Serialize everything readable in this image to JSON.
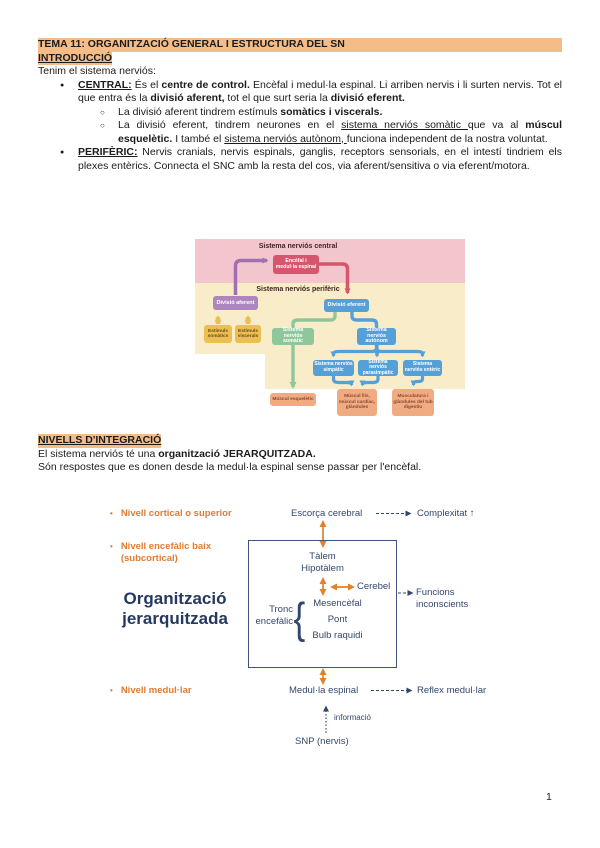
{
  "page": {
    "title": "TEMA 11: ORGANITZACIÓ GENERAL I ESTRUCTURA DEL SN",
    "page_number": "1"
  },
  "intro": {
    "heading": "INTRODUCCIÓ",
    "lead": "Tenim el sistema nerviós:",
    "central": {
      "s0": "CENTRAL:",
      "s1": " És el ",
      "s2": "centre de control.",
      "s3": " Encèfal i medul·la espinal. Li arriben nervis i li surten nervis. Tot el que entra és la ",
      "s4": "divisió aferent,",
      "s5": " tot el que surt seria la ",
      "s6": "divisió eferent."
    },
    "sub1": {
      "s0": "La divisió aferent tindrem estímuls ",
      "s1": "somàtics i viscerals."
    },
    "sub2": {
      "s0": "La divisió eferent, tindrem neurones en el ",
      "s1": "sistema nerviós somàtic ",
      "s2": "que va al ",
      "s3": "múscul esquelètic.",
      "s4": " I també el ",
      "s5": "sistema nerviós autònom, ",
      "s6": "funciona independent de la nostra voluntat."
    },
    "periferic": {
      "s0": "PERIFÈRIC:",
      "s1": " Nervis cranials, nervis espinals, ganglis, receptors sensorials, en el intestí tindriem els plexes entèrics. Connecta el SNC amb la resta del cos, via aferent/sensitiva o via eferent/motora."
    }
  },
  "diagram1": {
    "snc_title": "Sistema nerviós central",
    "snc_box": "Encèfal i medul·la espinal",
    "snp_title": "Sistema nerviós perifèric",
    "aferent": "Divisió aferent",
    "eferent": "Divisió eferent",
    "estimuls_somatics": "Estímuls somàtics",
    "estimuls_viscerals": "Estímuls viscerals",
    "sn_somatic": "Sistema nerviós somàtic",
    "sn_autonom": "Sistema nerviós autònom",
    "sn_simpatic": "Sistema nerviós simpàtic",
    "sn_parasimpatic": "Sistema nerviós parasimpàtic",
    "sn_enteric": "Sistema nerviós entèric",
    "muscul_esqueletic": "Múscul esquelètic",
    "muscul_llis": "Múscul llis, múscul cardíac, glàndules",
    "tub_digestiu": "Musculatura i glàndules del tub digestiu"
  },
  "nivells": {
    "heading": "NIVELLS D'INTEGRACIÓ",
    "l1a": "El sistema nerviós té una ",
    "l1b": "organització JERARQUITZADA.",
    "l2": "Són respostes que es donen desde la medul·la espinal sense passar per l'encèfal."
  },
  "diagram2": {
    "bullet_cortical": "Nivell cortical o superior",
    "bullet_encefalic": "Nivell encefàlic baix (subcortical)",
    "bullet_medullar": "Nivell medul·lar",
    "big_label": "Organització jerarquitzada",
    "escorca": "Escorça cerebral",
    "complexitat": "Complexitat ↑",
    "talem": "Tàlem",
    "hipotalem": "Hipotàlem",
    "cerebel": "Cerebel",
    "funcions": "Funcions inconscients",
    "tronc": "Tronc encefàlic",
    "brace": "{",
    "mesencefal": "Mesencèfal",
    "pont": "Pont",
    "bulb": "Bulb raquidi",
    "medulla": "Medul·la espinal",
    "reflex": "Reflex medul·lar",
    "informacio": "informació",
    "snp": "SNP (nervis)"
  },
  "colors": {
    "highlight": "#f4bd88",
    "orange_text": "#dd7b35",
    "navy_text": "#32476e",
    "arrow_orange": "#e0812d",
    "snc_band_pink": "#f3c6cd",
    "snp_band_cream": "#f9ecc9",
    "central_box_red": "#d5576d",
    "aferent_box_purple": "#af85bd",
    "eferent_box_blue": "#56a0d8",
    "stimuli_box_yellow": "#ecbf53",
    "somatic_box_green": "#8fc69b",
    "effector_box_orange": "#f0ab83"
  }
}
